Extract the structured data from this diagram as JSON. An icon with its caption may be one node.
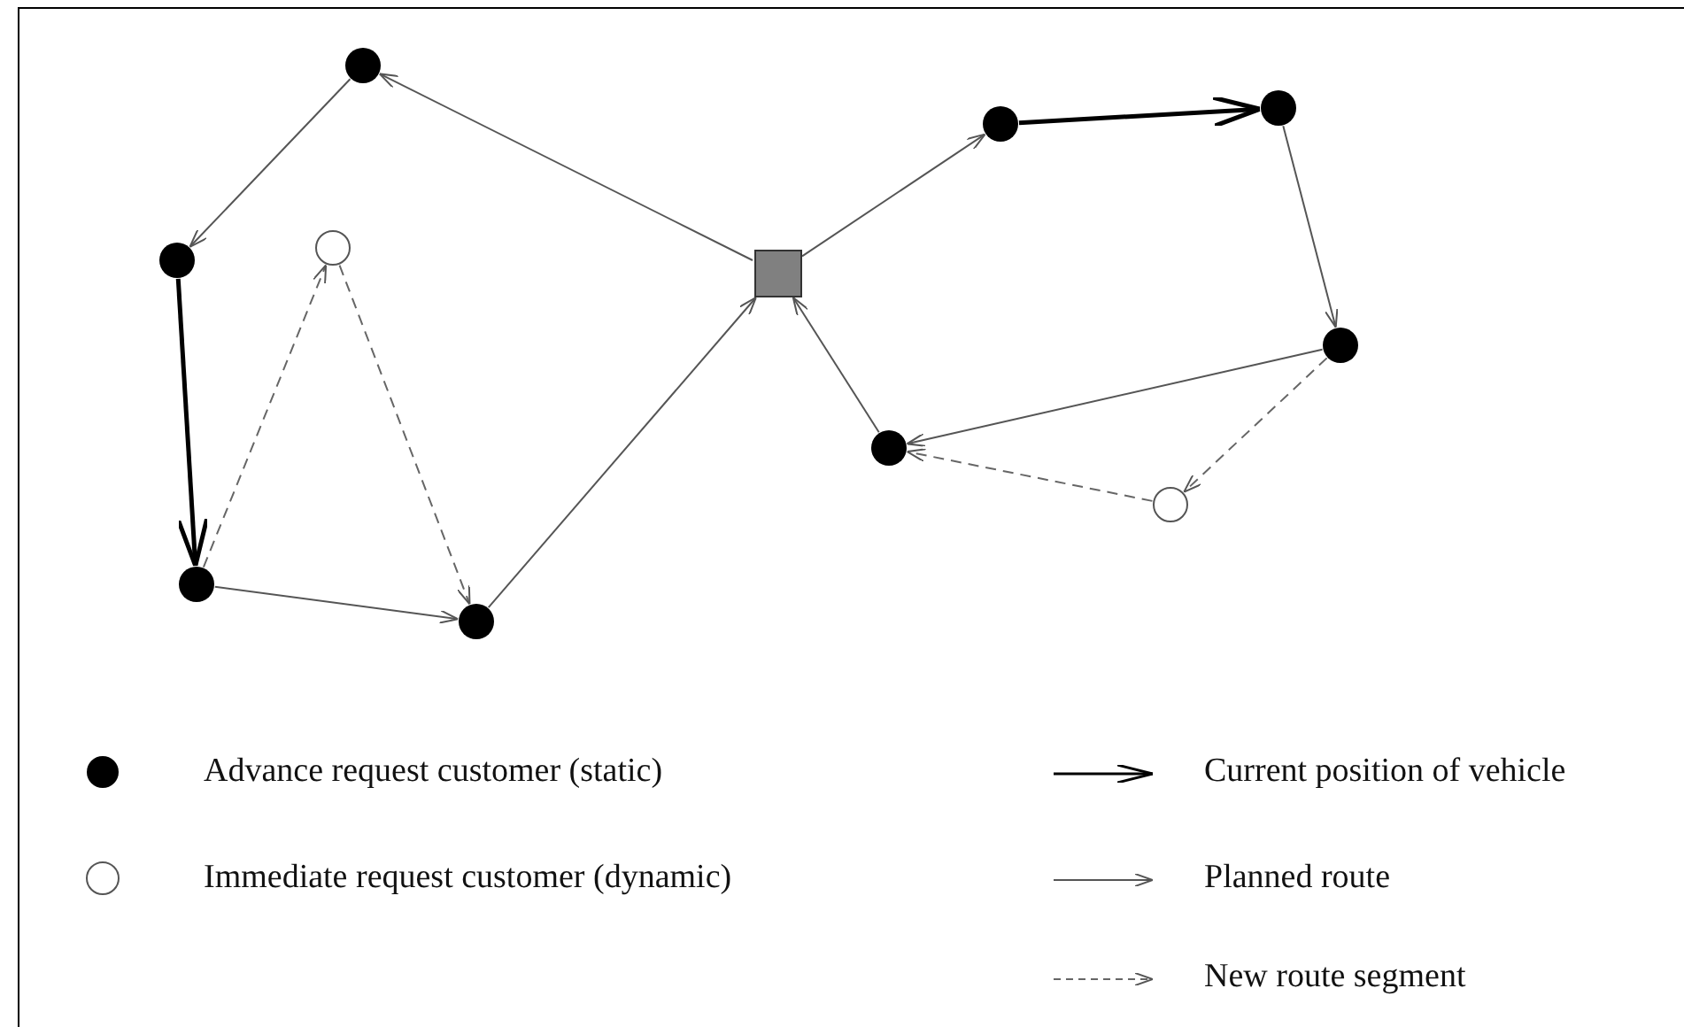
{
  "diagram": {
    "nodes": [
      {
        "text": [],
        "shape": "box"
      },
      {
        "text": [],
        "shape": "dot"
      },
      {
        "text": [],
        "shape": "dot"
      },
      {
        "text": [],
        "shape": "circle"
      },
      {
        "text": [],
        "shape": "dot"
      },
      {
        "text": [],
        "shape": "dot"
      },
      {
        "text": [],
        "shape": "dot"
      },
      {
        "text": [],
        "shape": "dot"
      },
      {
        "text": [],
        "shape": "dot"
      },
      {
        "text": [],
        "shape": "dot"
      },
      {
        "text": [],
        "shape": "circle"
      }
    ],
    "edges": [
      {
        "from": 0,
        "to": 1,
        "arrow": "to"
      },
      {
        "from": 1,
        "to": 2,
        "arrow": "to"
      },
      {
        "from": 2,
        "to": 4,
        "arrow": "to",
        "style": "thick"
      },
      {
        "from": 4,
        "to": 5,
        "arrow": "to"
      },
      {
        "from": 5,
        "to": 0,
        "arrow": "to"
      },
      {
        "from": 4,
        "to": 3,
        "arrow": "to",
        "style": "dashed"
      },
      {
        "from": 3,
        "to": 5,
        "arrow": "to",
        "style": "dashed"
      },
      {
        "from": 0,
        "to": 6,
        "arrow": "to"
      },
      {
        "from": 6,
        "to": 7,
        "arrow": "to",
        "style": "thick"
      },
      {
        "from": 7,
        "to": 8,
        "arrow": "to"
      },
      {
        "from": 8,
        "to": 9,
        "arrow": "to"
      },
      {
        "from": 9,
        "to": 0,
        "arrow": "to"
      },
      {
        "from": 8,
        "to": 10,
        "arrow": "to",
        "style": "dashed"
      },
      {
        "from": 10,
        "to": 9,
        "arrow": "to",
        "style": "dashed"
      }
    ],
    "legend": [
      {
        "text": "Advance request customer (static)"
      },
      {
        "text": "Immediate request customer (dynamic)"
      },
      {
        "text": "Current position of vehicle"
      },
      {
        "text": "Planned route"
      },
      {
        "text": "New route segment"
      }
    ]
  }
}
